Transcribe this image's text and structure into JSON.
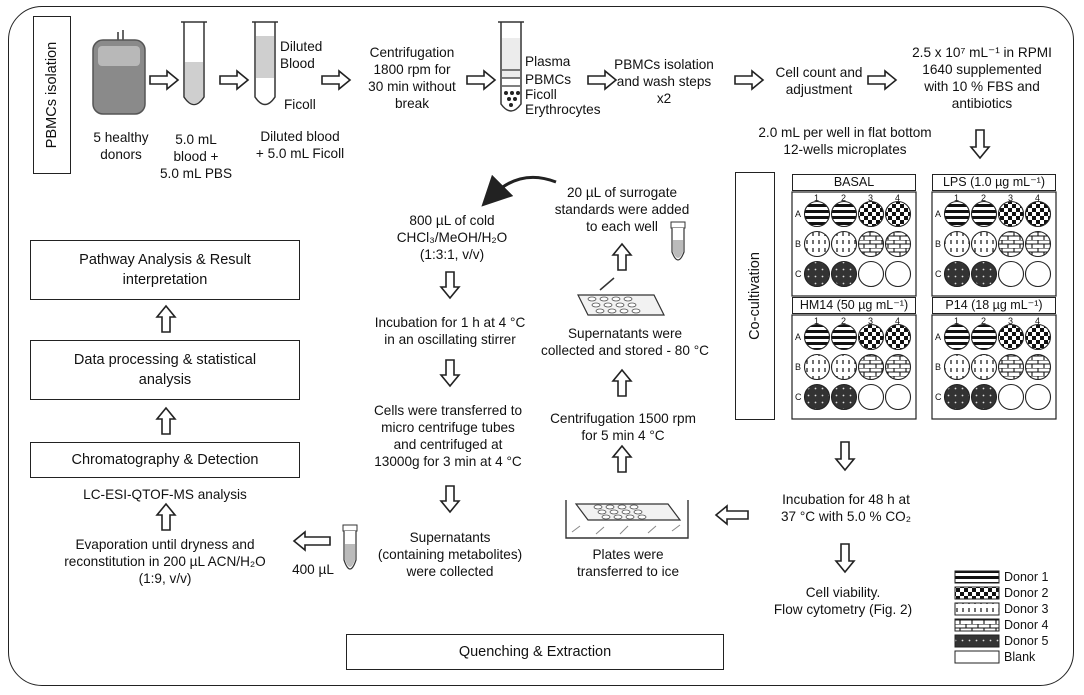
{
  "pbmc_isolation": {
    "label": "PBMCs isolation",
    "donors": [
      "5 healthy",
      "donors"
    ],
    "blood_pbs": [
      "5.0 mL",
      "blood +",
      "5.0 mL PBS"
    ],
    "tube_diluted": [
      "Diluted",
      "Blood"
    ],
    "tube_ficoll": "Ficoll",
    "diluted_ficoll": [
      "Diluted blood",
      "+ 5.0 mL Ficoll"
    ],
    "centrifugation": [
      "Centrifugation",
      "1800 rpm for",
      "30 min without",
      "break"
    ],
    "layers": [
      "Plasma",
      "PBMCs",
      "Ficoll",
      "Erythrocytes"
    ],
    "wash": [
      "PBMCs isolation",
      "and wash steps",
      "x2"
    ],
    "cell_count": [
      "Cell count and",
      "adjustment"
    ],
    "density": [
      "2.5 x 10⁷ mL⁻¹ in RPMI",
      "1640 supplemented",
      "with 10 % FBS and",
      "antibiotics"
    ],
    "plating": [
      "2.0 mL per well in flat bottom",
      "12-wells microplates"
    ]
  },
  "co_cultivation": {
    "label": "Co-cultivation",
    "plates": [
      "BASAL",
      "LPS (1.0 µg mL⁻¹)",
      "HM14 (50 µg mL⁻¹)",
      "P14 (18 µg mL⁻¹)"
    ],
    "columns": [
      "1",
      "2",
      "3",
      "4"
    ],
    "rows": [
      "A",
      "B",
      "C"
    ],
    "incubation": [
      "Incubation for 48 h at",
      "37 °C with 5.0 % CO₂"
    ],
    "viability": [
      "Cell viability.",
      "Flow cytometry (Fig. 2)"
    ]
  },
  "legend": {
    "items": [
      "Donor 1",
      "Donor 2",
      "Donor 3",
      "Donor 4",
      "Donor 5",
      "Blank"
    ]
  },
  "quenching": {
    "label": "Quenching & Extraction",
    "ice": [
      "Plates were",
      "transferred to ice"
    ],
    "centrifugation": [
      "Centrifugation  1500 rpm",
      "for 5 min 4 °C"
    ],
    "supernatants_collected": [
      "Supernatants were",
      "collected and stored - 80 °C"
    ],
    "standards": [
      "20 µL of surrogate",
      "standards were added",
      "to each well"
    ],
    "cold_solvent": [
      "800 µL of cold",
      "CHCl₃/MeOH/H₂O",
      "(1:3:1, v/v)"
    ],
    "oscillating": [
      "Incubation for 1 h at 4 °C",
      "in an oscillating stirrer"
    ],
    "transfer": [
      "Cells were transferred to",
      "micro centrifuge tubes",
      "and centrifuged at",
      "13000g for 3 min at 4 °C"
    ],
    "metabolites": [
      "Supernatants",
      "(containing metabolites)",
      "were collected"
    ],
    "volume": "400 µL"
  },
  "analysis": {
    "evaporation": [
      "Evaporation until dryness and",
      "reconstitution in 200 µL ACN/H₂O",
      "(1:9, v/v)"
    ],
    "lcms": "LC-ESI-QTOF-MS analysis",
    "chromatography": "Chromatography & Detection",
    "data_processing": [
      "Data processing & statistical",
      "analysis"
    ],
    "pathway": [
      "Pathway Analysis & Result",
      "interpretation"
    ]
  }
}
